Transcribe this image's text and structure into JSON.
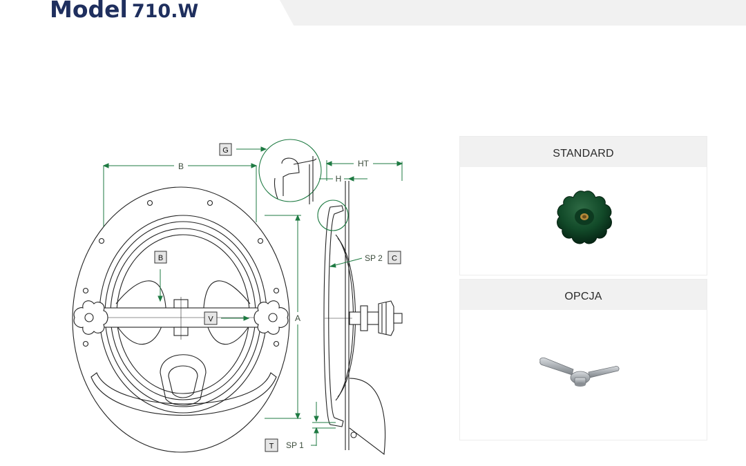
{
  "header": {
    "model_word": "Model",
    "model_number": "710.W"
  },
  "drawing": {
    "labels": {
      "b_dim": "B",
      "ht_dim": "HT",
      "h_dim": "H",
      "a_dim": "A",
      "sp2": "SP 2",
      "sp1": "SP 1"
    },
    "boxed": {
      "g": "G",
      "b": "B",
      "c": "C",
      "v": "V",
      "t": "T"
    },
    "line_color": "#1e7a42",
    "outline_color": "#222222"
  },
  "panels": {
    "standard": {
      "label": "STANDARD",
      "item_icon": "green-star-knob-icon"
    },
    "option": {
      "label": "OPCJA",
      "item_icon": "wing-handle-icon"
    }
  }
}
